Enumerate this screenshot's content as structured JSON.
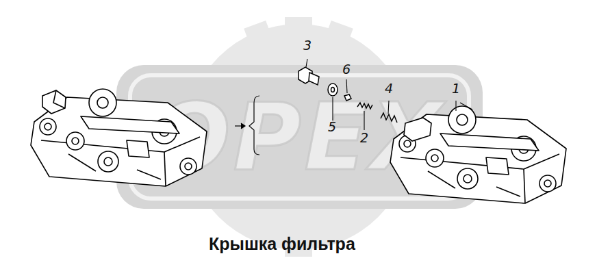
{
  "diagram": {
    "caption": "Крышка фильтра",
    "labels": [
      "3",
      "6",
      "4",
      "1",
      "5",
      "2",
      "OPEX"
    ]
  }
}
